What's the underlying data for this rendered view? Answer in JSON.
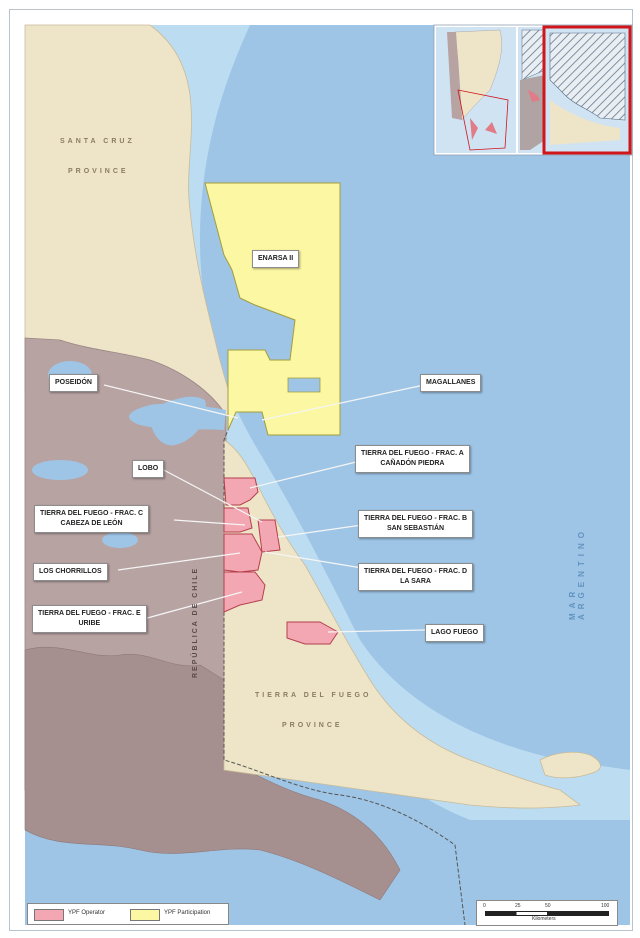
{
  "regions": {
    "santa_cruz_line1": "SANTA CRUZ",
    "santa_cruz_line2": "PROVINCE",
    "tierra_line1": "TIERRA DEL FUEGO",
    "tierra_line2": "PROVINCE",
    "chile": "REPÚBLICA DE CHILE",
    "sea": "MAR ARGENTINO"
  },
  "blocks": {
    "enarsa": "ENARSA II",
    "poseidon": "POSEIDÓN",
    "magallanes": "MAGALLANES",
    "frac_a": "TIERRA DEL FUEGO - FRAC. A\nCAÑADÓN PIEDRA",
    "lobo": "LOBO",
    "frac_c": "TIERRA DEL FUEGO - FRAC. C\nCABEZA DE LEÓN",
    "frac_b": "TIERRA DEL FUEGO - FRAC. B\nSAN SEBASTIÁN",
    "los_chorrillos": "LOS CHORRILLOS",
    "frac_d": "TIERRA DEL FUEGO - FRAC. D\nLA SARA",
    "frac_e": "TIERRA DEL FUEGO - FRAC. E\nURIBE",
    "lago_fuego": "LAGO FUEGO"
  },
  "legend": {
    "operator": "YPF Operator",
    "participation": "YPF Participation",
    "operator_color": "#f2a7b2",
    "participation_color": "#fbf7a2"
  },
  "scale": {
    "ticks": [
      "0",
      "25",
      "50",
      "100"
    ],
    "unit": "Kilometers"
  },
  "colors": {
    "sea": "#9ec5e6",
    "shelf": "#bcdcf1",
    "argentina": "#eee5c8",
    "chile": "#b8a3a3",
    "highlight_box": "#d0151b"
  }
}
